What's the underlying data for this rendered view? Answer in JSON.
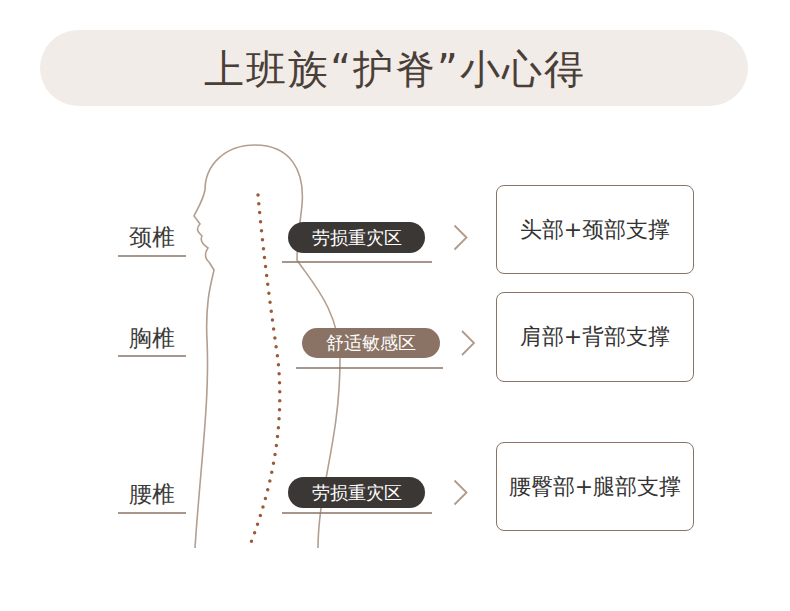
{
  "diagram": {
    "title": "上班族“护脊”小心得",
    "nodes": [
      {
        "text": [
          "劳损重灾区"
        ]
      },
      {
        "text": [
          "头部+颈部支撑"
        ]
      },
      {
        "text": [
          "舒适敏感区"
        ]
      },
      {
        "text": [
          "肩部+背部支撑"
        ]
      },
      {
        "text": [
          "劳损重灾区"
        ]
      },
      {
        "text": [
          "腰臀部+腿部支撑"
        ]
      }
    ],
    "edges": [
      {
        "from": 0,
        "to": 1,
        "arrow": "to"
      },
      {
        "from": 2,
        "to": 3,
        "arrow": "to"
      },
      {
        "from": 4,
        "to": 5,
        "arrow": "to"
      }
    ],
    "labels": [
      "颈椎",
      "胸椎",
      "腰椎"
    ]
  }
}
